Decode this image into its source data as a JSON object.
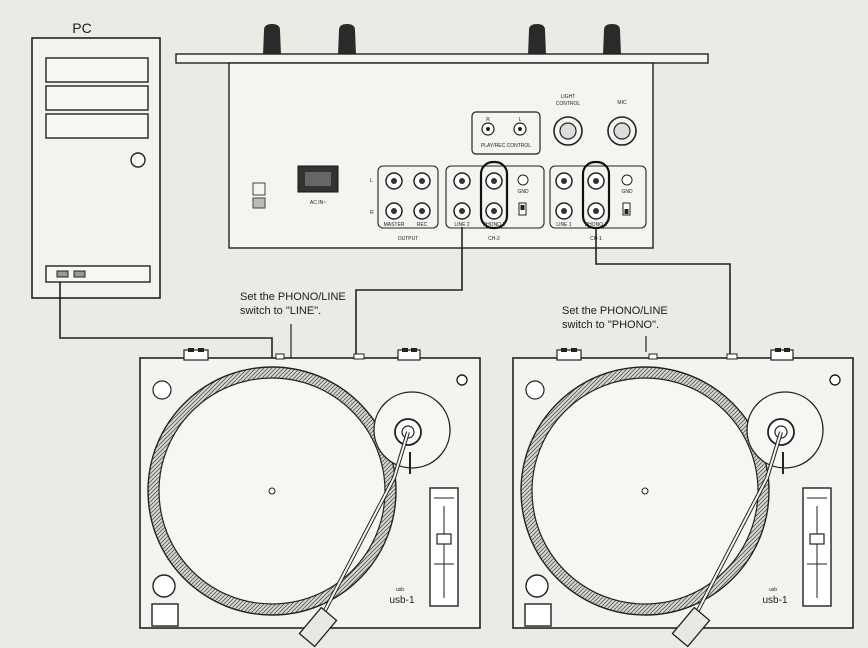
{
  "pc": {
    "label": "PC"
  },
  "mixer": {
    "ac_label": "AC IN~",
    "play_rec_label": "PLAY/REC CONTROL",
    "play_rec_r": "R",
    "play_rec_l": "L",
    "light_control_label": "LIGHT\nCONTROL",
    "mic_label": "MIC",
    "output_label": "OUTPUT",
    "master_label": "MASTER",
    "rec_label": "REC",
    "ch2_label": "CH-2",
    "ch1_label": "CH-1",
    "line2_label": "LINE 2",
    "phono2_label": "PHONO 2",
    "line1_label": "LINE 1",
    "phono1_label": "PHONO 1",
    "gnd_label": "GND",
    "l_label": "L",
    "r_label": "R"
  },
  "callouts": {
    "left_line1": "Set the PHONO/LINE",
    "left_line2": "switch to \"LINE\".",
    "right_line1": "Set the PHONO/LINE",
    "right_line2": "switch to \"PHONO\"."
  },
  "turntables": [
    {
      "model_small": "usb",
      "model": "usb-1"
    },
    {
      "model_small": "usb",
      "model": "usb-1"
    }
  ]
}
